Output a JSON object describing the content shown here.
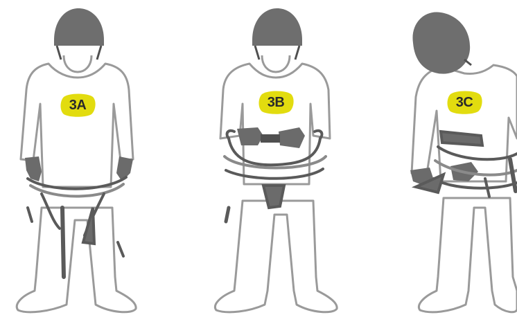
{
  "panels": [
    {
      "label": "3A"
    },
    {
      "label": "3B"
    },
    {
      "label": "3C"
    }
  ],
  "colors": {
    "background": "#ffffff",
    "outline": "#9a9a9a",
    "body_fill": "#ffffff",
    "helmet": "#6e6e6e",
    "helmet_dark": "#505050",
    "glove": "#6b6b6b",
    "harness": "#5a5a5a",
    "harness_light": "#8a8a8a",
    "badge": "#e2dc0f",
    "badge_text": "#2a2a2a"
  },
  "icons": [
    "helmet-icon",
    "climbing-harness-icon",
    "glove-icon",
    "buckle-icon"
  ]
}
